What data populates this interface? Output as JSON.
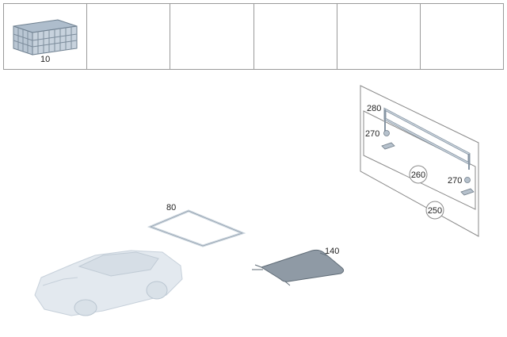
{
  "thumbnails": [
    {
      "label": "10",
      "icon": "crate-icon"
    },
    {
      "label": "",
      "icon": ""
    },
    {
      "label": "",
      "icon": ""
    },
    {
      "label": "",
      "icon": ""
    },
    {
      "label": "",
      "icon": ""
    },
    {
      "label": "",
      "icon": ""
    }
  ],
  "callouts": {
    "part_80": "80",
    "part_140": "140",
    "part_280": "280",
    "part_270_a": "270",
    "part_270_b": "270",
    "part_260": "260",
    "part_250": "250"
  },
  "colors": {
    "part_fill": "#c9d3dc",
    "part_stroke": "#8795a3",
    "car_fill": "#e3e9ef",
    "panel_stroke": "#8a8a8a",
    "grid_line": "#9a9a9a"
  }
}
